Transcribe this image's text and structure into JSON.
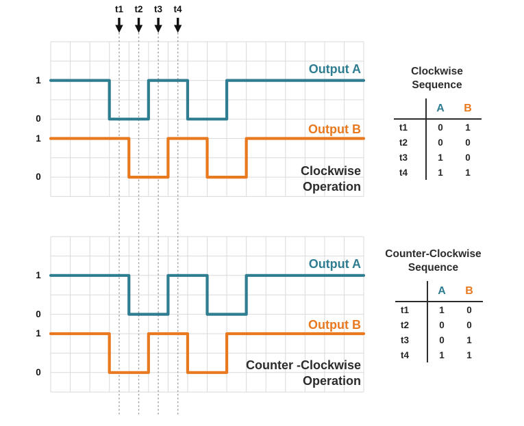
{
  "figure": {
    "timing_labels": [
      "t1",
      "t2",
      "t3",
      "t4"
    ],
    "timing_cols": [
      3.5,
      4.5,
      5.5,
      6.5
    ]
  },
  "colors": {
    "output_a": "#2E7D91",
    "output_b": "#E8791F",
    "grid_line": "#DADADA",
    "marker_dash": "#A0A0A0",
    "arrow": "#111111",
    "text_dark": "#2B2B2B"
  },
  "chart_data": [
    {
      "type": "line",
      "subtype": "digital-timing",
      "title": "Clockwise Operation",
      "caption_lines": [
        "Clockwise",
        "Operation"
      ],
      "x_cols": 16,
      "y_rows": 8,
      "grid": true,
      "series": [
        {
          "name": "Output A",
          "color": "#2E7D91",
          "initial_level": 1,
          "toggle_cols": [
            3,
            5,
            7,
            9
          ],
          "high_row": 2,
          "low_row": 4,
          "values_at_t": [
            0,
            0,
            1,
            1
          ],
          "y_labels": [
            {
              "text": "1",
              "row": 2
            },
            {
              "text": "0",
              "row": 4
            }
          ]
        },
        {
          "name": "Output B",
          "color": "#E8791F",
          "initial_level": 1,
          "toggle_cols": [
            4,
            6,
            8,
            10
          ],
          "high_row": 5,
          "low_row": 7,
          "values_at_t": [
            1,
            0,
            0,
            1
          ],
          "y_labels": [
            {
              "text": "1",
              "row": 5
            },
            {
              "text": "0",
              "row": 7
            }
          ]
        }
      ]
    },
    {
      "type": "line",
      "subtype": "digital-timing",
      "title": "Counter -Clockwise Operation",
      "caption_lines": [
        "Counter -Clockwise",
        "Operation"
      ],
      "x_cols": 16,
      "y_rows": 8,
      "grid": true,
      "series": [
        {
          "name": "Output A",
          "color": "#2E7D91",
          "initial_level": 1,
          "toggle_cols": [
            4,
            6,
            8,
            10
          ],
          "high_row": 2,
          "low_row": 4,
          "values_at_t": [
            1,
            0,
            0,
            1
          ],
          "y_labels": [
            {
              "text": "1",
              "row": 2
            },
            {
              "text": "0",
              "row": 4
            }
          ]
        },
        {
          "name": "Output B",
          "color": "#E8791F",
          "initial_level": 1,
          "toggle_cols": [
            3,
            5,
            7,
            9
          ],
          "high_row": 5,
          "low_row": 7,
          "values_at_t": [
            0,
            0,
            1,
            1
          ],
          "y_labels": [
            {
              "text": "1",
              "row": 5
            },
            {
              "text": "0",
              "row": 7
            }
          ]
        }
      ]
    }
  ],
  "tables": [
    {
      "title": [
        "Clockwise",
        "Sequence"
      ],
      "columns": [
        "A",
        "B"
      ],
      "rows": [
        {
          "label": "t1",
          "a": "0",
          "b": "1"
        },
        {
          "label": "t2",
          "a": "0",
          "b": "0"
        },
        {
          "label": "t3",
          "a": "1",
          "b": "0"
        },
        {
          "label": "t4",
          "a": "1",
          "b": "1"
        }
      ]
    },
    {
      "title": [
        "Counter-Clockwise",
        "Sequence"
      ],
      "columns": [
        "A",
        "B"
      ],
      "rows": [
        {
          "label": "t1",
          "a": "1",
          "b": "0"
        },
        {
          "label": "t2",
          "a": "0",
          "b": "0"
        },
        {
          "label": "t3",
          "a": "0",
          "b": "1"
        },
        {
          "label": "t4",
          "a": "1",
          "b": "1"
        }
      ]
    }
  ]
}
